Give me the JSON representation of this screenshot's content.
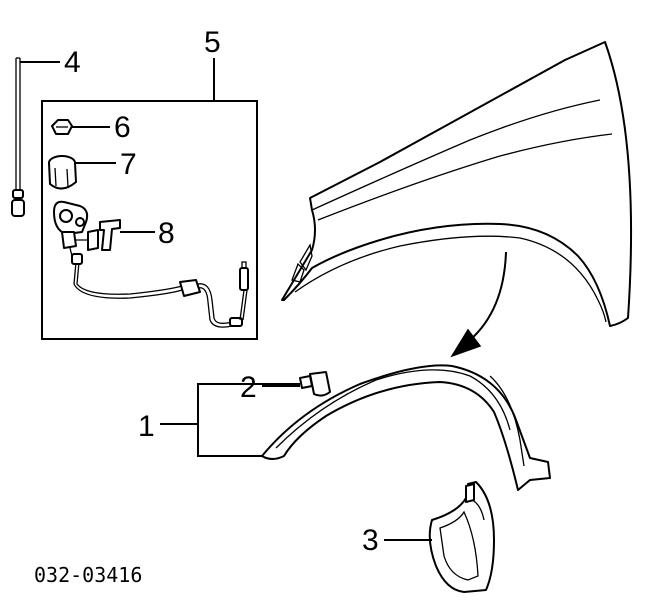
{
  "diagram": {
    "callouts": {
      "c1": "1",
      "c2": "2",
      "c3": "3",
      "c4": "4",
      "c5": "5",
      "c6": "6",
      "c7": "7",
      "c8": "8"
    },
    "reference_code": "032-03416"
  }
}
